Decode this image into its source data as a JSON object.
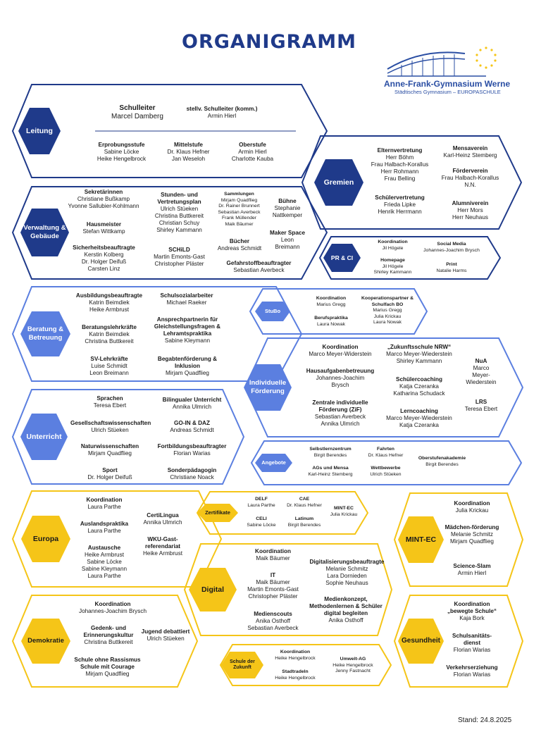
{
  "title": "ORGANIGRAMM",
  "logo": {
    "name": "Anne-Frank-Gymnasium Werne",
    "sub": "Städtisches Gymnasium – EUROPASCHULE"
  },
  "stand": "Stand: 24.8.2025",
  "colors": {
    "navy": "#1f3a8a",
    "blue": "#5b7fe0",
    "yellow": "#f5c518"
  },
  "leitung": {
    "label": "Leitung",
    "schulleiter": {
      "title": "Schulleiter",
      "names": [
        "Marcel Damberg"
      ]
    },
    "stellv": {
      "title": "stellv. Schulleiter (komm.)",
      "names": [
        "Armin Hierl"
      ]
    },
    "erprobung": {
      "title": "Erprobungsstufe",
      "names": [
        "Sabine Löcke",
        "Heike Hengelbrock"
      ]
    },
    "mittel": {
      "title": "Mittelstufe",
      "names": [
        "Dr. Klaus Hefner",
        "Jan Weseloh"
      ]
    },
    "ober": {
      "title": "Oberstufe",
      "names": [
        "Armin Hierl",
        "Charlotte Kauba"
      ]
    }
  },
  "gremien": {
    "label": "Gremien",
    "eltern": {
      "title": "Elternvertretung",
      "names": [
        "Herr Böhm",
        "Frau Halbach-Korallus",
        "Herr Rohmann",
        "Frau Belling"
      ]
    },
    "schueler": {
      "title": "Schülervertretung",
      "names": [
        "Frieda Lipke",
        "Henrik Herrmann"
      ]
    },
    "mensa": {
      "title": "Mensaverein",
      "names": [
        "Karl-Heinz Stemberg"
      ]
    },
    "foerder": {
      "title": "Förderverein",
      "names": [
        "Frau Halbach-Korallus",
        "N.N."
      ]
    },
    "alumni": {
      "title": "Alumniverein",
      "names": [
        "Herr Mors",
        "Herr Neuhaus"
      ]
    }
  },
  "verwaltung": {
    "label": "Verwaltung & Gebäude",
    "sekretariat": {
      "title": "Sekretärinnen",
      "names": [
        "Christiane Bußkamp",
        "Yvonne Sallubier-Kohlmann"
      ]
    },
    "hausmeister": {
      "title": "Hausmeister",
      "names": [
        "Stefan Wittkamp"
      ]
    },
    "sicherheit": {
      "title": "Sicherheitsbeauftragte",
      "names": [
        "Kerstin Kolberg",
        "Dr. Holger Deifuß",
        "Carsten Linz"
      ]
    },
    "stunden": {
      "title": "Stunden- und Vertretungsplan",
      "names": [
        "Ulrich Stüeken",
        "Christina Buttkereit",
        "Christian Schuy",
        "Shirley Kammann"
      ]
    },
    "schild": {
      "title": "SCHiLD",
      "names": [
        "Martin Emonts-Gast",
        "Christopher Pläster"
      ]
    },
    "sammlungen": {
      "title": "Sammlungen",
      "names": [
        "Mirjam Quadflieg",
        "Dr. Rainer Brunnert",
        "Sebastian Averbeck",
        "Frank Müllender",
        "Maik Bäumer"
      ]
    },
    "buecher": {
      "title": "Bücher",
      "names": [
        "Andreas Schmidt"
      ]
    },
    "buehne": {
      "title": "Bühne",
      "names": [
        "Stephanie",
        "Nattkemper"
      ]
    },
    "maker": {
      "title": "Maker Space",
      "names": [
        "Leon",
        "Breimann"
      ]
    },
    "gefahr": {
      "title": "Gefahrstoffbeauftragter",
      "names": [
        "Sebastian Averbeck"
      ]
    }
  },
  "prci": {
    "label": "PR & CI",
    "koordination": {
      "title": "Koordination",
      "names": [
        "Jil Högele"
      ]
    },
    "homepage": {
      "title": "Homepage",
      "names": [
        "Jil Högele",
        "Shirley Kammann"
      ]
    },
    "social": {
      "title": "Social Media",
      "names": [
        "Johannes-Joachim Brysch"
      ]
    },
    "print": {
      "title": "Print",
      "names": [
        "Natalie Harms"
      ]
    }
  },
  "beratung": {
    "label": "Beratung & Betreuung",
    "ausbildung": {
      "title": "Ausbildungsbeauftragte",
      "names": [
        "Katrin Beimdiek",
        "Heike Armbrust"
      ]
    },
    "lehrkraefte": {
      "title": "Beratungslehrkräfte",
      "names": [
        "Katrin Beimdiek",
        "Christina Buttkereit"
      ]
    },
    "sv": {
      "title": "SV-Lehrkräfte",
      "names": [
        "Luise Schmidt",
        "Leon Breimann"
      ]
    },
    "sozial": {
      "title": "Schulsozialarbeiter",
      "names": [
        "Michael Raeker"
      ]
    },
    "gleich": {
      "title": "Ansprechpartnerin für Gleichstellungsfragen & Lehramtspraktika",
      "names": [
        "Sabine Kleymann"
      ]
    },
    "begabt": {
      "title": "Begabtenförderung & Inklusion",
      "names": [
        "Mirjam Quadflieg"
      ]
    }
  },
  "stubo": {
    "label": "StuBo",
    "koordination": {
      "title": "Koordination",
      "names": [
        "Marius Gregg"
      ]
    },
    "berufspraktika": {
      "title": "Berufspraktika",
      "names": [
        "Laura Nowak"
      ]
    },
    "kooperation": {
      "title": "Kooperationspartner & Schulfach BO",
      "names": [
        "Marius Gregg",
        "Julia Krickau",
        "Laura Nowak"
      ]
    }
  },
  "individuelle": {
    "label": "Individuelle Förderung",
    "koordination": {
      "title": "Koordination",
      "names": [
        "Marco Meyer-Widerstein"
      ]
    },
    "hausaufgaben": {
      "title": "Hausaufgabenbetreuung",
      "names": [
        "Johannes-Joachim",
        "Brysch"
      ]
    },
    "zif": {
      "title": "Zentrale individuelle Förderung (ZiF)",
      "names": [
        "Sebastian Averbeck",
        "Annika Ulmrich"
      ]
    },
    "zukunft": {
      "title": "„Zukunftsschule NRW“",
      "names": [
        "Marco Meyer-Wiederstein",
        "Shirley Kammann"
      ]
    },
    "schuelercoaching": {
      "title": "Schülercoaching",
      "names": [
        "Katja Czeranka",
        "Katharina Schudack"
      ]
    },
    "lerncoaching": {
      "title": "Lerncoaching",
      "names": [
        "Marco Meyer-Wiederstein",
        "Katja Czeranka"
      ]
    },
    "nua": {
      "title": "NuA",
      "names": [
        "Marco",
        "Meyer-",
        "Wiederstein"
      ]
    },
    "lrs": {
      "title": "LRS",
      "names": [
        "Teresa Ebert"
      ]
    }
  },
  "unterricht": {
    "label": "Unterricht",
    "sprachen": {
      "title": "Sprachen",
      "names": [
        "Teresa Ebert"
      ]
    },
    "gesell": {
      "title": "Gesellschaftswissenschaften",
      "names": [
        "Ulrich Stüeken"
      ]
    },
    "natur": {
      "title": "Naturwissenschaften",
      "names": [
        "Mirjam Quadflieg"
      ]
    },
    "sport": {
      "title": "Sport",
      "names": [
        "Dr. Holger Deifuß"
      ]
    },
    "bilingual": {
      "title": "Bilingualer Unterricht",
      "names": [
        "Annika Ulmrich"
      ]
    },
    "goin": {
      "title": "GO-IN & DAZ",
      "names": [
        "Andreas Schmidt"
      ]
    },
    "fortbildung": {
      "title": "Fortbildungsbeauftragter",
      "names": [
        "Florian Warias"
      ]
    },
    "sonder": {
      "title": "Sonderpädagogin",
      "names": [
        "Christiane Noack"
      ]
    }
  },
  "angebote": {
    "label": "Angebote",
    "selbstlern": {
      "title": "Selbstlernzentrum",
      "names": [
        "Birgit Berendes"
      ]
    },
    "ags": {
      "title": "AGs und Mensa",
      "names": [
        "Karl-Heinz Stemberg"
      ]
    },
    "fahrten": {
      "title": "Fahrten",
      "names": [
        "Dr. Klaus Hefner"
      ]
    },
    "wettbewerbe": {
      "title": "Wettbewerbe",
      "names": [
        "Ulrich Stüeken"
      ]
    },
    "akademie": {
      "title": "Oberstufenakademie",
      "names": [
        "Birgit Berendes"
      ]
    }
  },
  "europa": {
    "label": "Europa",
    "koordination": {
      "title": "Koordination",
      "names": [
        "Laura Parthe"
      ]
    },
    "auslands": {
      "title": "Auslandspraktika",
      "names": [
        "Laura Parthe"
      ]
    },
    "austausche": {
      "title": "Austausche",
      "names": [
        "Heike Armbrust",
        "Sabine Löcke",
        "Sabine Kleymann",
        "Laura Parthe"
      ]
    },
    "certilingua": {
      "title": "CertiLingua",
      "names": [
        "Annika Ulmrich"
      ]
    },
    "wku": {
      "title": "WKU-Gast-referendariat",
      "names": [
        "Heike Armbrust"
      ]
    }
  },
  "zertifikate": {
    "label": "Zertifikate",
    "delf": {
      "title": "DELF",
      "names": [
        "Laura Parthe"
      ]
    },
    "celi": {
      "title": "CELI",
      "names": [
        "Sabine Löcke"
      ]
    },
    "cae": {
      "title": "CAE",
      "names": [
        "Dr. Klaus Hefner"
      ]
    },
    "latinum": {
      "title": "Latinum",
      "names": [
        "Birgit Berendes"
      ]
    },
    "mintec": {
      "title": "MINT-EC",
      "names": [
        "Julia Krickau"
      ]
    }
  },
  "mint": {
    "label": "MINT-EC",
    "koordination": {
      "title": "Koordination",
      "names": [
        "Julia Krickau"
      ]
    },
    "maedchen": {
      "title": "Mädchen-förderung",
      "names": [
        "Melanie Schmitz",
        "Mirjam Quadflieg"
      ]
    },
    "slam": {
      "title": "Science-Slam",
      "names": [
        "Armin Hierl"
      ]
    }
  },
  "digital": {
    "label": "Digital",
    "koordination": {
      "title": "Koordination",
      "names": [
        "Maik Bäumer"
      ]
    },
    "it": {
      "title": "IT",
      "names": [
        "Maik Bäumer",
        "Martin Emonts-Gast",
        "Christopher Pläster"
      ]
    },
    "scouts": {
      "title": "Medienscouts",
      "names": [
        "Anika Osthoff",
        "Sebastian Averbeck"
      ]
    },
    "beauftragte": {
      "title": "Digitalisierungsbeauftragte",
      "names": [
        "Melanie Schmitz",
        "Lara Dornieden",
        "Sophie Neuhaus"
      ]
    },
    "konzept": {
      "title": "Medienkonzept, Methodenlernen & Schüler digital begleiten",
      "names": [
        "Anika Osthoff"
      ]
    }
  },
  "demokratie": {
    "label": "Demokratie",
    "koordination": {
      "title": "Koordination",
      "names": [
        "Johannes-Joachim Brysch"
      ]
    },
    "gedenk": {
      "title": "Gedenk- und Erinnerungskultur",
      "names": [
        "Christina Buttkereit"
      ]
    },
    "jugend": {
      "title": "Jugend debattiert",
      "names": [
        "Ulrich Stüeken"
      ]
    },
    "rassismus": {
      "title": "Schule ohne Rassismus Schule mit Courage",
      "names": [
        "Mirjam Quadflieg"
      ]
    }
  },
  "zukunft": {
    "label": "Schule der Zukunft",
    "koordination": {
      "title": "Koordination",
      "names": [
        "Heike Hengelbrock"
      ]
    },
    "stadtradeln": {
      "title": "Stadtradeln",
      "names": [
        "Heike Hengelbrock"
      ]
    },
    "umwelt": {
      "title": "Umwelt-AG",
      "names": [
        "Heike Hengelbrock",
        "Jenny Fastnacht"
      ]
    }
  },
  "gesundheit": {
    "label": "Gesundheit",
    "koordination": {
      "title": "Koordination „bewegte Schule“",
      "names": [
        "Kaja Bork"
      ]
    },
    "sani": {
      "title": "Schulsanitäts-dienst",
      "names": [
        "Florian Warias"
      ]
    },
    "verkehr": {
      "title": "Verkehrserziehung",
      "names": [
        "Florian Warias"
      ]
    }
  }
}
